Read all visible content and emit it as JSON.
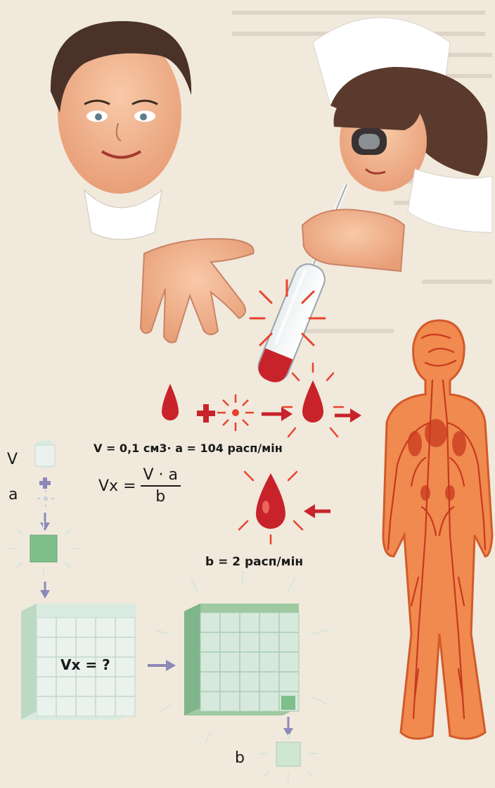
{
  "labels": {
    "V": "V",
    "a": "a",
    "b_bottom": "b",
    "formula_line1": "V = 0,1 см3· a = 104 расп/мін",
    "formula_lhs": "Vx =",
    "formula_numerator": "V · a",
    "formula_denominator": "b",
    "b_rate": "b = 2 расп/мін",
    "unknown_volume": "Vx = ?"
  },
  "colors": {
    "background": "#f1e9dc",
    "blood": "#c8232a",
    "body": "#f08a4e",
    "vessels": "#c8381e",
    "cube_face": "#d9ebe1",
    "cube_side": "#9ec9a1",
    "arrow": "#8c89b8"
  }
}
